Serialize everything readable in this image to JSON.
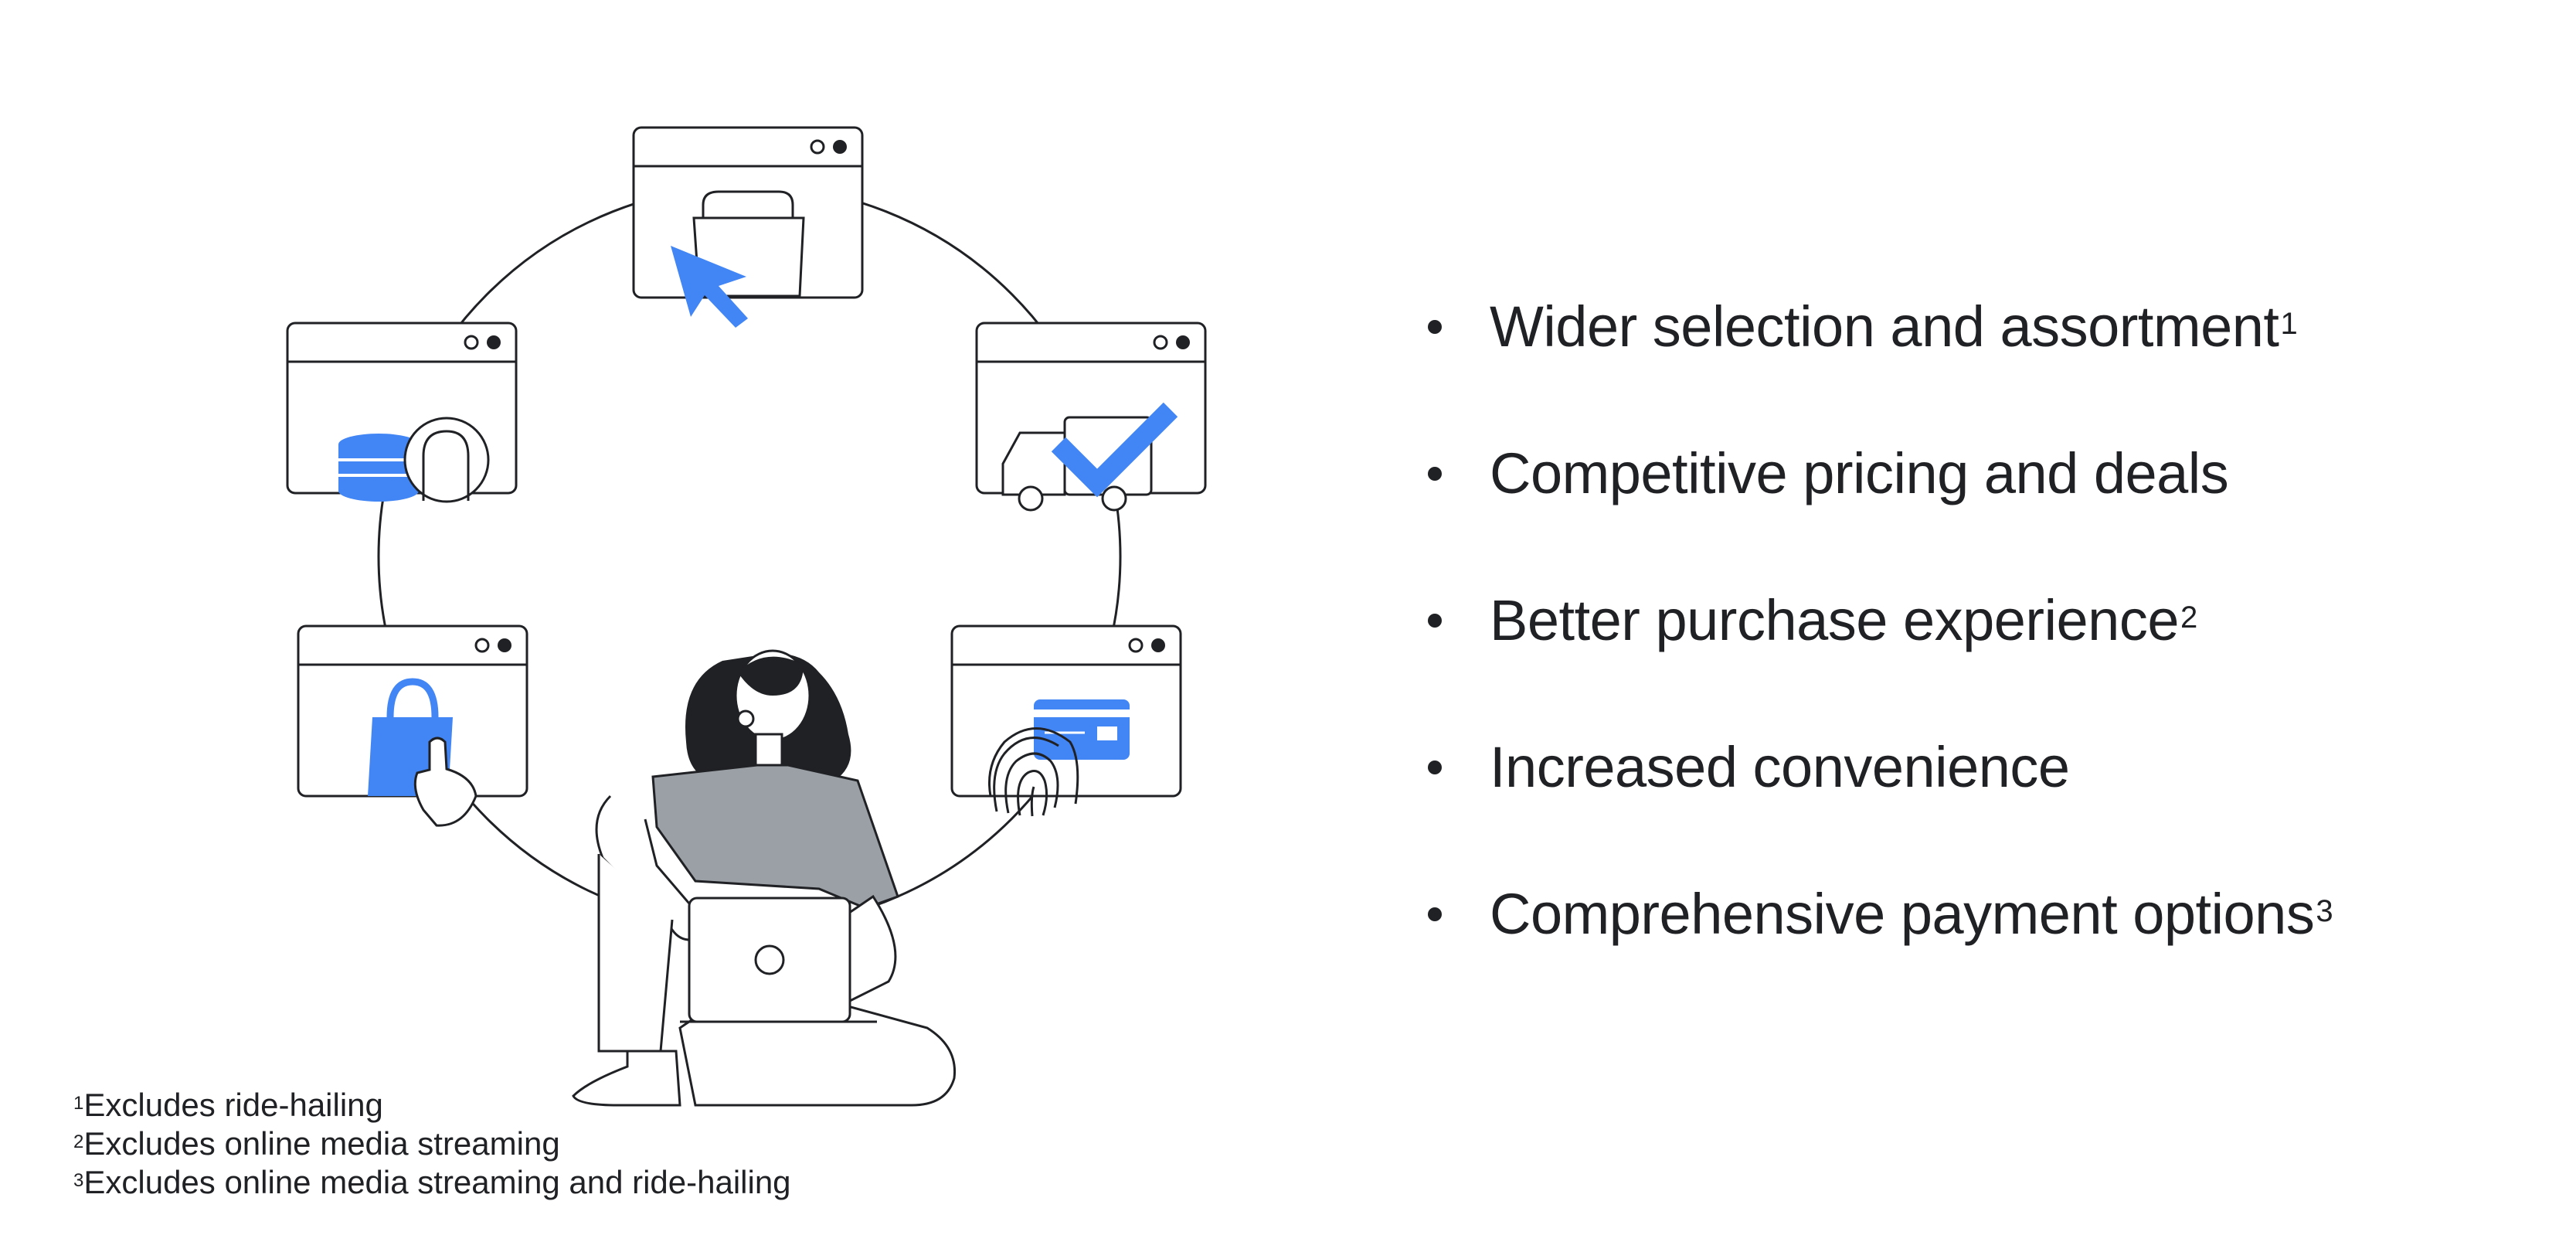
{
  "benefits": [
    {
      "text": "Wider selection and assortment",
      "sup": "1"
    },
    {
      "text": "Competitive pricing and deals",
      "sup": ""
    },
    {
      "text": "Better purchase experience",
      "sup": "2"
    },
    {
      "text": "Increased convenience",
      "sup": ""
    },
    {
      "text": "Comprehensive payment options",
      "sup": "3"
    }
  ],
  "footnotes": [
    {
      "sup": "1",
      "text": "Excludes ride-hailing"
    },
    {
      "sup": "2",
      "text": "Excludes online media streaming"
    },
    {
      "sup": "3",
      "text": "Excludes online media streaming and ride-hailing"
    }
  ],
  "colors": {
    "accent": "#4285f4",
    "ink": "#202124",
    "shirt": "#9aa0a6"
  },
  "icons": [
    "shopping-bag-cursor-icon",
    "delivery-truck-check-icon",
    "credit-card-fingerprint-icon",
    "shopping-bag-tap-icon",
    "coins-profile-icon",
    "woman-with-laptop-illustration"
  ]
}
